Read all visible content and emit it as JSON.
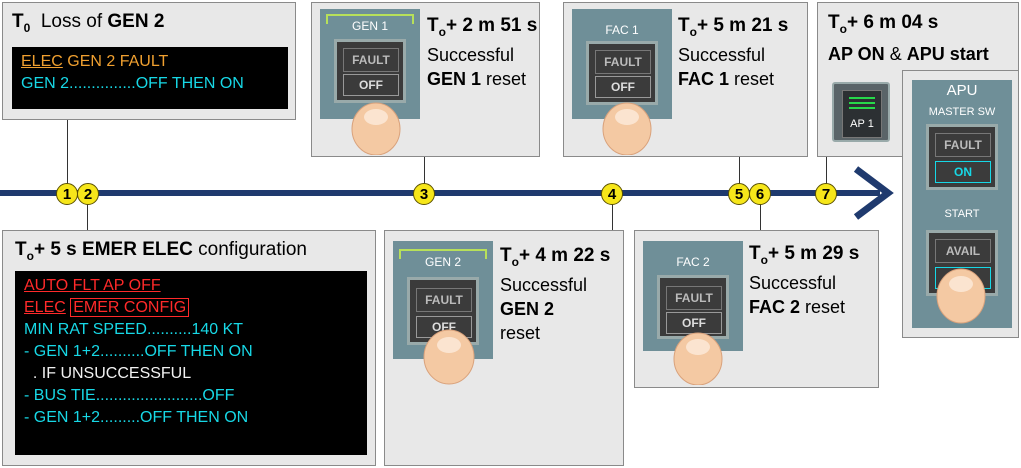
{
  "events": {
    "e1": {
      "t_label": "T",
      "t_sub": "0",
      "rest_pre": "  Loss of ",
      "rest_bold": "GEN 2"
    },
    "e2": {
      "t_label": "T",
      "t_sub": "o",
      "rest_bold": "+ 5 s EMER ELEC",
      "rest_norm": " configuration"
    },
    "e3": {
      "t_label": "T",
      "t_sub": "o",
      "time": "+ 2 m 51 s",
      "l1": "Successful",
      "l2_bold": "GEN 1",
      "l2_norm": " reset",
      "panel_label": "GEN 1"
    },
    "e4": {
      "t_label": "T",
      "t_sub": "o",
      "time": "+ 4 m 22 s",
      "l1": "Successful",
      "l2_bold": "GEN 2",
      "l3": "reset",
      "panel_label": "GEN 2"
    },
    "e5": {
      "t_label": "T",
      "t_sub": "o",
      "time": "+ 5 m 21 s",
      "l1": "Successful",
      "l2_bold": "FAC 1",
      "l2_norm": " reset",
      "panel_label": "FAC 1"
    },
    "e6": {
      "t_label": "T",
      "t_sub": "o",
      "time": "+ 5 m 29 s",
      "l1": "Successful",
      "l2_bold": "FAC 2",
      "l2_norm": " reset",
      "panel_label": "FAC 2"
    },
    "e7": {
      "t_label": "T",
      "t_sub": "o",
      "time": "+ 6 m 04 s",
      "l2_bold1": "AP ON",
      "l2_amp": " & ",
      "l2_bold2": "APU start",
      "ap_label": "AP 1"
    }
  },
  "buttons": {
    "fault": "FAULT",
    "off": "OFF",
    "on": "ON",
    "avail": "AVAIL"
  },
  "apu": {
    "title": "APU",
    "master": "MASTER SW",
    "start": "START"
  },
  "ecam1": {
    "l1a": "ELEC",
    "l1b": " GEN 2 FAULT",
    "l2": "GEN 2...............OFF THEN ON"
  },
  "ecam2": {
    "l1": "AUTO FLT AP OFF",
    "l2a": "ELEC",
    "l2b": "EMER CONFIG",
    "l3": "MIN RAT SPEED..........140 KT",
    "l4": "- GEN 1+2..........OFF THEN ON",
    "l5": "  . IF UNSUCCESSFUL",
    "l6": "- BUS TIE........................OFF",
    "l7": "- GEN 1+2.........OFF THEN ON"
  },
  "markers": [
    "1",
    "2",
    "3",
    "4",
    "5",
    "6",
    "7"
  ],
  "colors": {
    "timeline": "#1f3a6e",
    "marker": "#f6e61a",
    "cyan": "#17d8e6",
    "amber": "#f0a030",
    "red": "#ff2a2a"
  }
}
